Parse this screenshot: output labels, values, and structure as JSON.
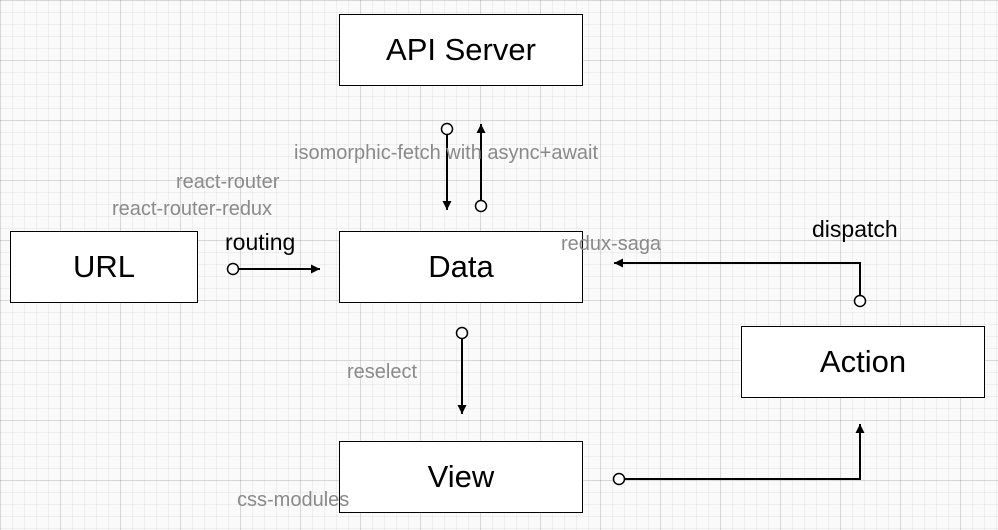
{
  "nodes": {
    "api_server": "API Server",
    "url": "URL",
    "data": "Data",
    "view": "View",
    "action": "Action"
  },
  "labels": {
    "fetch": "isomorphic-fetch with async+await",
    "react_router": "react-router",
    "react_router_redux": "react-router-redux",
    "routing": "routing",
    "redux_saga": "redux-saga",
    "dispatch": "dispatch",
    "reselect": "reselect",
    "css_modules": "css-modules"
  },
  "colors": {
    "box_border": "#000000",
    "box_fill": "#ffffff",
    "annotation_text": "#8a8a8a",
    "edge_text": "#000000"
  }
}
